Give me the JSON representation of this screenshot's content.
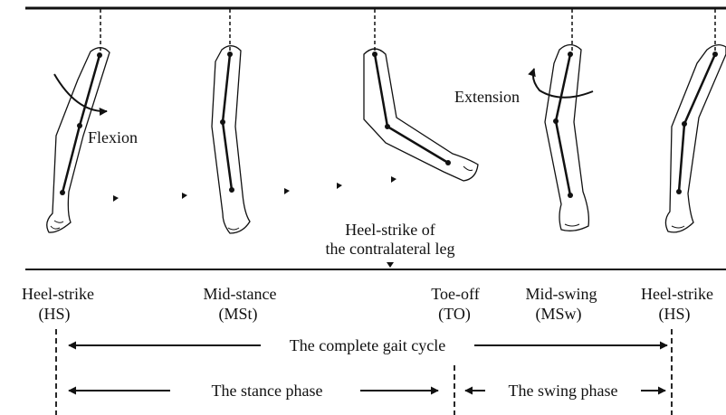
{
  "annotations": {
    "flexion": "Flexion",
    "extension": "Extension",
    "contralateral_line1": "Heel-strike of",
    "contralateral_line2": "the contralateral leg"
  },
  "events": [
    {
      "name": "Heel-strike",
      "abbr": "(HS)"
    },
    {
      "name": "Mid-stance",
      "abbr": "(MSt)"
    },
    {
      "name": "Toe-off",
      "abbr": "(TO)"
    },
    {
      "name": "Mid-swing",
      "abbr": "(MSw)"
    },
    {
      "name": "Heel-strike",
      "abbr": "(HS)"
    }
  ],
  "phases": {
    "complete": "The complete gait cycle",
    "stance": "The stance phase",
    "swing": "The swing phase"
  }
}
